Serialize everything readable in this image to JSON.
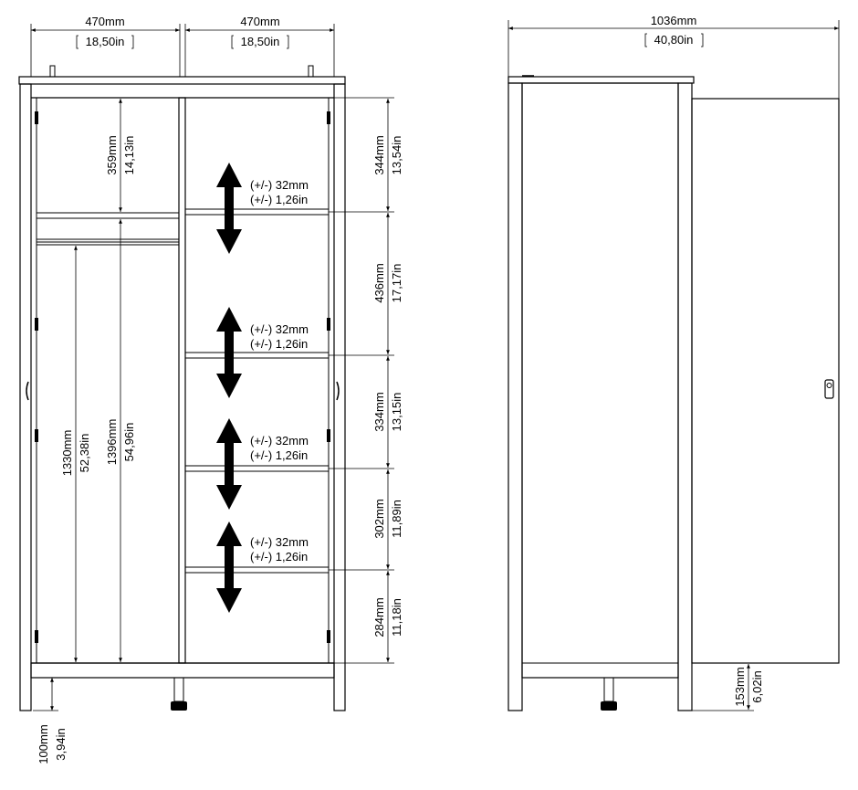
{
  "front": {
    "width_left": {
      "mm": "470mm",
      "in": "18,50in"
    },
    "width_right": {
      "mm": "470mm",
      "in": "18,50in"
    },
    "upper_shelf_gap": {
      "mm": "359mm",
      "in": "14,13in"
    },
    "hanging_height": {
      "mm": "1330mm",
      "in": "52,38in"
    },
    "inner_height": {
      "mm": "1396mm",
      "in": "54,96in"
    },
    "leg_height": {
      "mm": "100mm",
      "in": "3,94in"
    },
    "shelf_spacings": [
      {
        "mm": "344mm",
        "in": "13,54in"
      },
      {
        "mm": "436mm",
        "in": "17,17in"
      },
      {
        "mm": "334mm",
        "in": "13,15in"
      },
      {
        "mm": "302mm",
        "in": "11,89in"
      },
      {
        "mm": "284mm",
        "in": "11,18in"
      }
    ],
    "adjustments": [
      {
        "mm": "(+/-) 32mm",
        "in": "(+/-) 1,26in"
      },
      {
        "mm": "(+/-) 32mm",
        "in": "(+/-) 1,26in"
      },
      {
        "mm": "(+/-) 32mm",
        "in": "(+/-) 1,26in"
      },
      {
        "mm": "(+/-) 32mm",
        "in": "(+/-) 1,26in"
      }
    ]
  },
  "side": {
    "depth_open": {
      "mm": "1036mm",
      "in": "40,80in"
    },
    "door_clearance": {
      "mm": "153mm",
      "in": "6,02in"
    }
  },
  "colors": {
    "line": "#000000",
    "background": "#ffffff"
  }
}
